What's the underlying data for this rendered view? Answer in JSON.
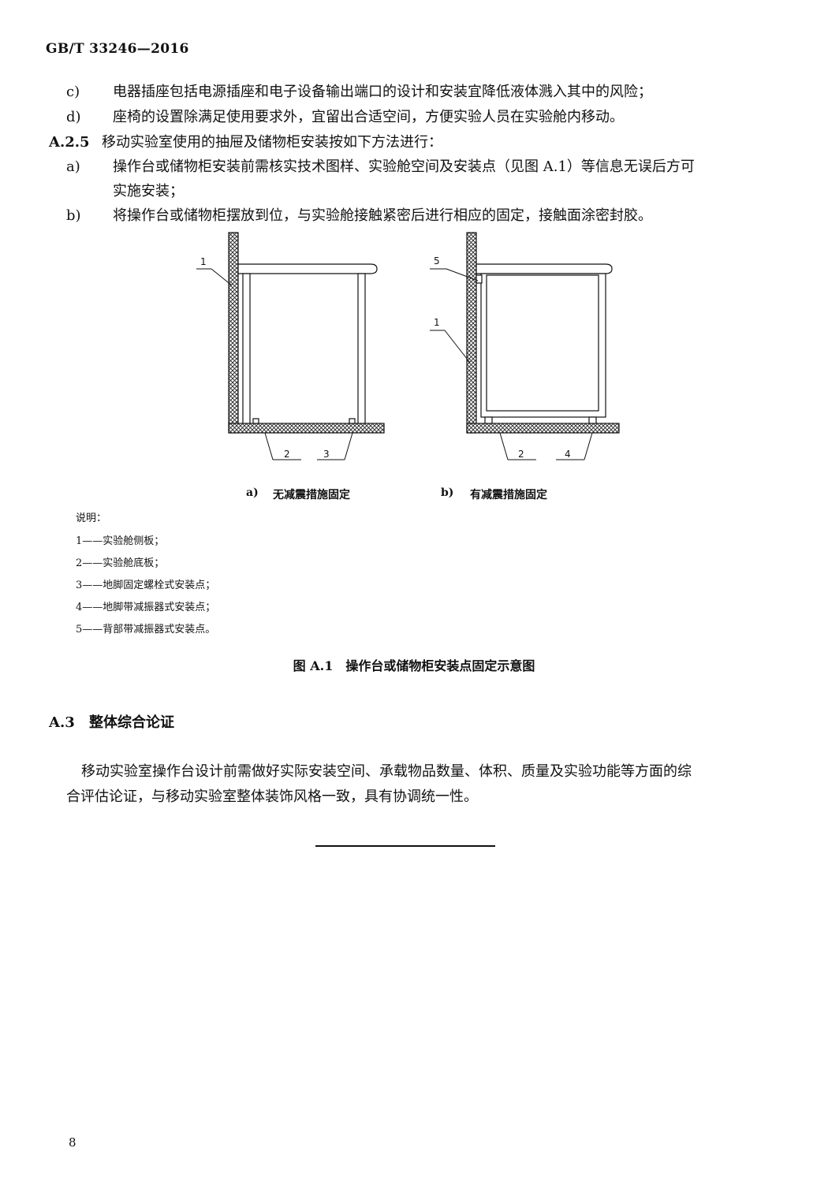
{
  "header": {
    "standard_id": "GB/T 33246—2016"
  },
  "items": [
    {
      "label": "c)",
      "text": "电器插座包括电源插座和电子设备输出端口的设计和安装宜降低液体溅入其中的风险；"
    },
    {
      "label": "d)",
      "text": "座椅的设置除满足使用要求外，宜留出合适空间，方便实验人员在实验舱内移动。"
    }
  ],
  "section_a25": {
    "number": "A.2.5",
    "text": "移动实验室使用的抽屉及储物柜安装按如下方法进行：",
    "items": [
      {
        "label": "a)",
        "line1": "操作台或储物柜安装前需核实技术图样、实验舱空间及安装点（见图 A.1）等信息无误后方可",
        "line2": "实施安装；"
      },
      {
        "label": "b)",
        "text": "将操作台或储物柜摆放到位，与实验舱接触紧密后进行相应的固定，接触面涂密封胶。"
      }
    ]
  },
  "figure": {
    "sub_a": {
      "label": "a)",
      "caption": "无减震措施固定",
      "callouts": [
        "1",
        "2",
        "3"
      ]
    },
    "sub_b": {
      "label": "b)",
      "caption": "有减震措施固定",
      "callouts": [
        "5",
        "1",
        "2",
        "4"
      ]
    },
    "legend_title": "说明：",
    "legend": [
      "1——实验舱侧板；",
      "2——实验舱底板；",
      "3——地脚固定螺栓式安装点；",
      "4——地脚带减振器式安装点；",
      "5——背部带减振器式安装点。"
    ],
    "title": "图 A.1　操作台或储物柜安装点固定示意图"
  },
  "section_a3": {
    "number": "A.3",
    "title": "整体综合论证",
    "para_line1": "移动实验室操作台设计前需做好实际安装空间、承载物品数量、体积、质量及实验功能等方面的综",
    "para_line2": "合评估论证，与移动实验室整体装饰风格一致，具有协调统一性。"
  },
  "page_number": "8"
}
